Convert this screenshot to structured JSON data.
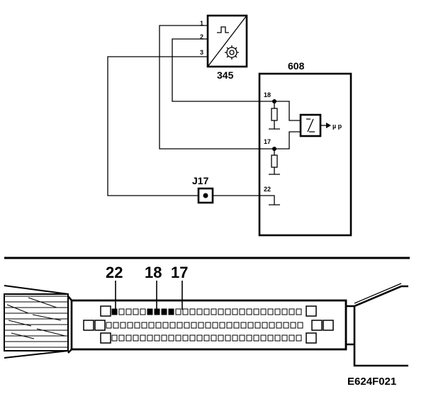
{
  "schematic": {
    "sensor": {
      "id": "345",
      "pins": [
        "1",
        "2",
        "3"
      ]
    },
    "control_unit": {
      "id": "608",
      "pins": [
        "18",
        "17",
        "22"
      ],
      "output_label": "µ p"
    },
    "connector": {
      "id": "J17"
    }
  },
  "connector_view": {
    "callouts": [
      "22",
      "18",
      "17"
    ]
  },
  "figure_code": "E624F021"
}
